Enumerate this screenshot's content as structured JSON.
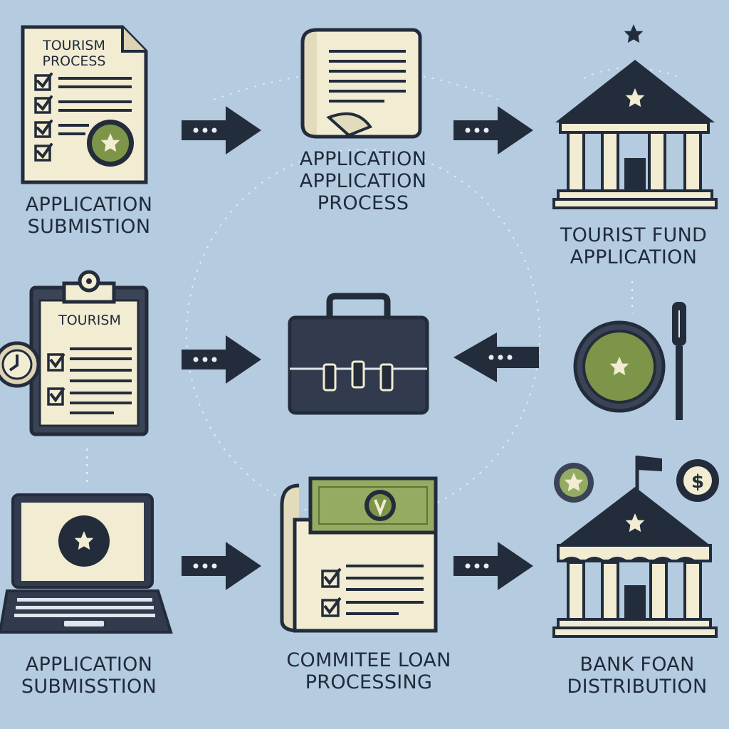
{
  "colors": {
    "background": "#b4cbe0",
    "ink": "#1f2a3a",
    "paper": "#f2ecd2",
    "accent_green": "#7d9548",
    "money_green": "#95ab62"
  },
  "icons": {
    "row1": [
      "checklist-document-icon",
      "scroll-icon",
      "government-building-icon"
    ],
    "row2": [
      "clipboard-icon",
      "briefcase-icon",
      "coin-with-pen-icon"
    ],
    "row3": [
      "laptop-icon",
      "loan-document-with-money-icon",
      "bank-building-icon"
    ]
  },
  "labels": {
    "doc_title": [
      "TOURISM",
      "PROCESS"
    ],
    "clipboard_title": "TOURISM",
    "r1c1": [
      "APPLICATION",
      "SUBMISTION"
    ],
    "r1c2": [
      "APPLICATION",
      "APPLICATION",
      "PROCESS"
    ],
    "r1c3": [
      "TOURIST FUND",
      "APPLICATION"
    ],
    "r3c1": [
      "APPLICATION",
      "SUBMISSTION"
    ],
    "r3c2": [
      "COMMITEE LOAN",
      "PROCESSING"
    ],
    "r3c3": [
      "BANK FOAN",
      "DISTRIBUTION"
    ]
  }
}
